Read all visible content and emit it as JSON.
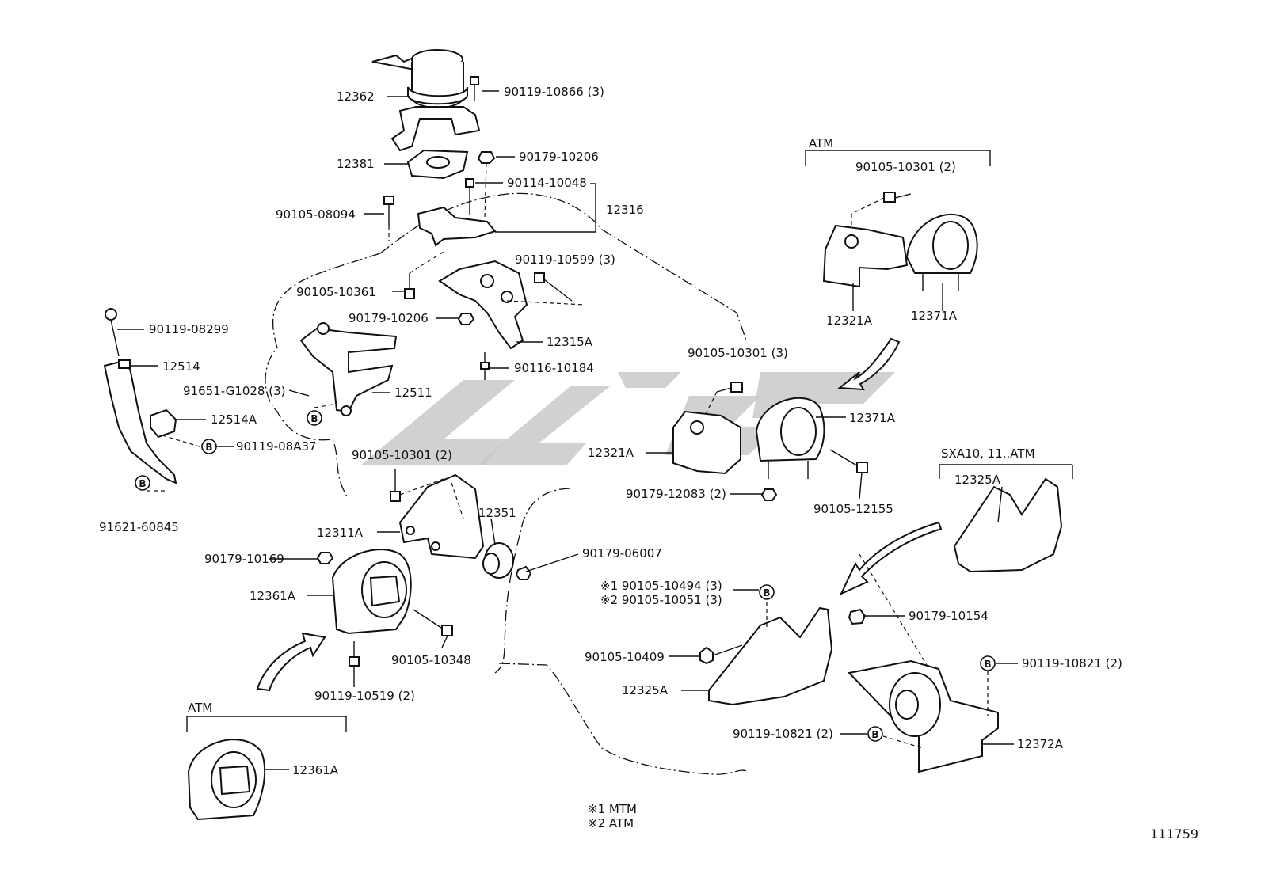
{
  "diagram": {
    "id": "111759",
    "labels": {
      "p12362": "12362",
      "b90119_10866": "90119-10866 (3)",
      "n90179_10206a": "90179-10206",
      "p12381": "12381",
      "b90114_10048": "90114-10048",
      "p12316": "12316",
      "b90105_08094": "90105-08094",
      "b90119_10599": "90119-10599 (3)",
      "b90105_10361": "90105-10361",
      "n90179_10206b": "90179-10206",
      "p12315A": "12315A",
      "b90119_08299": "90119-08299",
      "p12514": "12514",
      "s90116_10184": "90116-10184",
      "b91651_G1028": "91651-G1028 (3)",
      "p12511": "12511",
      "p12514A": "12514A",
      "b90119_08A37": "90119-08A37",
      "b90105_10301a": "90105-10301 (2)",
      "p91621_60845": "91621-60845",
      "p12311A": "12311A",
      "p12351": "12351",
      "n90179_10169": "90179-10169",
      "n90179_06007": "90179-06007",
      "p12361A": "12361A",
      "b90105_10348": "90105-10348",
      "b90119_10519": "90119-10519 (2)",
      "atm_left": "ATM",
      "p12361A_atm": "12361A",
      "atm_right": "ATM",
      "b90105_10301b": "90105-10301 (2)",
      "p12321A_atm": "12321A",
      "p12371A_atm": "12371A",
      "b90105_10301c": "90105-10301 (3)",
      "p12371A": "12371A",
      "p12321A": "12321A",
      "n90179_12083": "90179-12083 (2)",
      "b90105_12155": "90105-12155",
      "sxa_title": "SXA10, 11..ATM",
      "p12325A_sxa": "12325A",
      "b_note1": "※1  90105-10494 (3)",
      "b_note2": "※2  90105-10051 (3)",
      "n90179_10154": "90179-10154",
      "b90105_10409": "90105-10409",
      "b90119_10821a": "90119-10821 (2)",
      "p12325A": "12325A",
      "b90119_10821b": "90119-10821 (2)",
      "p12372A": "12372A",
      "legend1": "※1  MTM",
      "legend2": "※2  ATM"
    },
    "marker": "B"
  }
}
